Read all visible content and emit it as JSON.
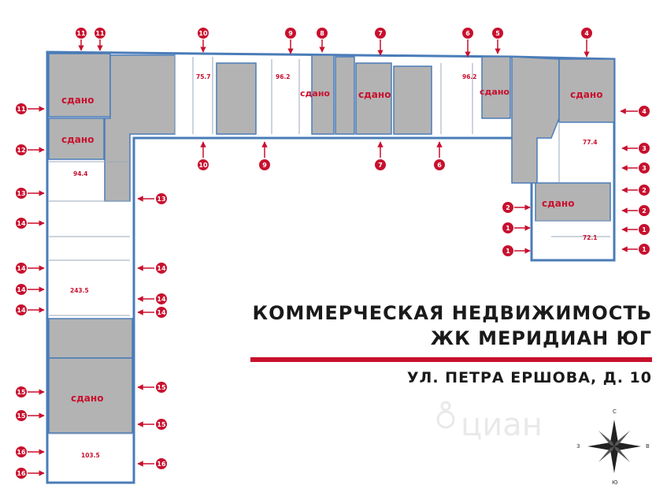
{
  "header": {
    "title_line1": "КОММЕРЧЕСКАЯ НЕДВИЖИМОСТЬ",
    "title_line2": "ЖК МЕРИДИАН ЮГ",
    "address": "УЛ. ПЕТРА ЕРШОВА, Д. 10"
  },
  "rented_label": "сдано",
  "areas": [
    "75.7",
    "96.2",
    "96.2",
    "77.4",
    "94.4",
    "243.5",
    "103.5",
    "72.1"
  ],
  "entrance_markers": [
    "11",
    "11",
    "10",
    "9",
    "8",
    "7",
    "6",
    "5",
    "4",
    "11",
    "12",
    "13",
    "14",
    "14",
    "14",
    "14",
    "15",
    "15",
    "16",
    "16",
    "10",
    "9",
    "7",
    "6",
    "13",
    "14",
    "14",
    "14",
    "15",
    "15",
    "16",
    "4",
    "3",
    "3",
    "2",
    "2",
    "1",
    "1",
    "2",
    "1",
    "1"
  ],
  "compass": {
    "north": "С",
    "south": "Ю",
    "west": "З",
    "east": "В"
  },
  "watermark": "циан",
  "colors": {
    "marker_red": "#c8102e",
    "wall_blue": "#4a7cb8",
    "rented_gray": "#b3b3b3",
    "title_dark": "#1a1a1a"
  }
}
